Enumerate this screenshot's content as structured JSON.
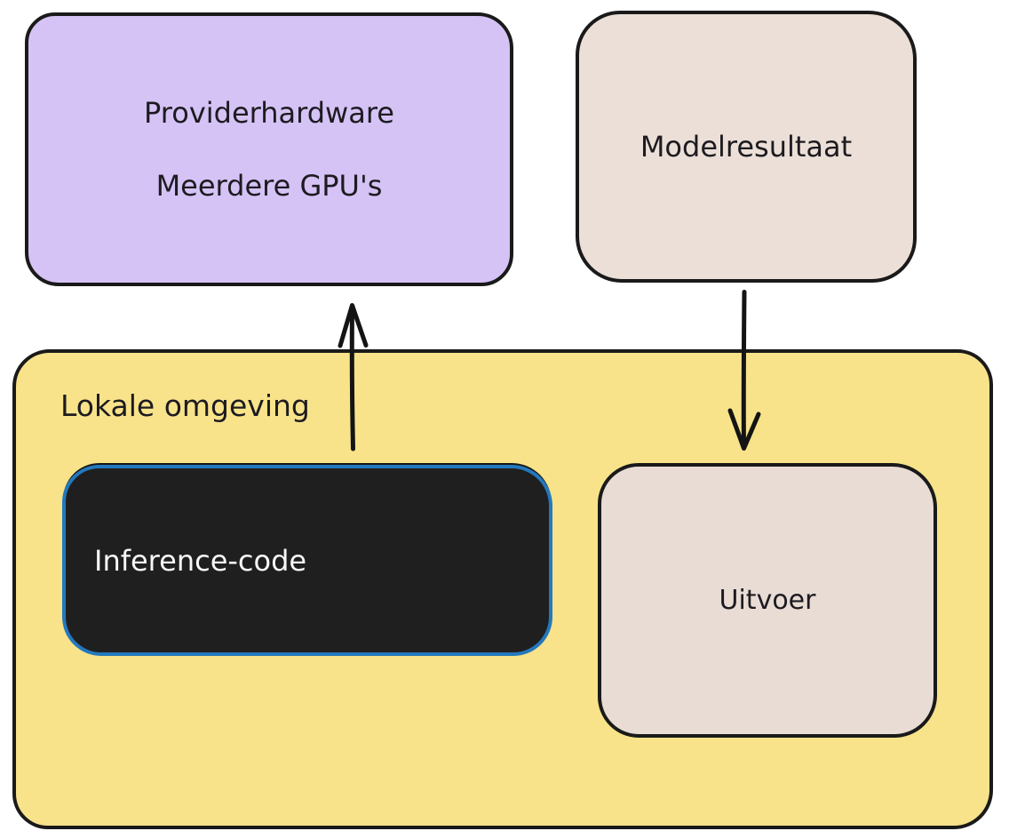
{
  "diagram": {
    "background": "#ffffff",
    "stroke_color": "#1a1a1a",
    "nodes": {
      "provider": {
        "line1": "Providerhardware",
        "line2": "Meerdere GPU's",
        "fill": "#d5c3f6"
      },
      "model_result": {
        "label": "Modelresultaat",
        "fill": "#ebdfd7"
      },
      "local_env": {
        "label": "Lokale omgeving",
        "fill": "#f8e38a"
      },
      "inference_code": {
        "label": "Inference-code",
        "fill": "#1f1f1f",
        "border": "#2478bd",
        "text_color": "#f7f7f7"
      },
      "output": {
        "label": "Uitvoer",
        "fill": "#e8dcd5"
      }
    },
    "edges": [
      {
        "name": "inference-to-provider",
        "from": "Inference-code",
        "to": "Providerhardware / Meerdere GPU's",
        "direction": "up"
      },
      {
        "name": "modelresult-to-output",
        "from": "Modelresultaat",
        "to": "Uitvoer",
        "direction": "down"
      }
    ]
  }
}
